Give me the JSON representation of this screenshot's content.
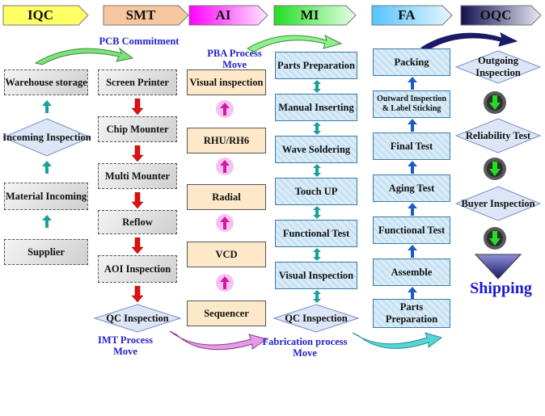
{
  "colors": {
    "iqc": "#ffff66",
    "smt": "#f7c8a0",
    "ai": "#ff33ff",
    "mi": "#33ee33",
    "fa": "#66ccff",
    "oqc": "#1a1a66",
    "note_text": "#2222cc",
    "shipping_text": "#1a1ad6"
  },
  "headers": {
    "iqc": "IQC",
    "smt": "SMT",
    "ai": "AI",
    "mi": "MI",
    "fa": "FA",
    "oqc": "OQC"
  },
  "iqc": {
    "warehouse": "Warehouse storage",
    "incoming_inspection": "Incoming Inspection",
    "material_incoming": "Material Incoming",
    "supplier": "Supplier"
  },
  "smt": {
    "screen_printer": "Screen Printer",
    "chip_mounter": "Chip Mounter",
    "multi_mounter": "Multi Mounter",
    "reflow": "Reflow",
    "aoi_inspection": "AOI Inspection",
    "qc_inspection": "QC Inspection"
  },
  "ai": {
    "visual_inspection": "Visual inspection",
    "rhu": "RHU/RH6",
    "radial": "Radial",
    "vcd": "VCD",
    "sequencer": "Sequencer"
  },
  "mi": {
    "parts_preparation": "Parts Preparation",
    "manual_inserting": "Manual Inserting",
    "wave_soldering": "Wave Soldering",
    "touch_up": "Touch UP",
    "functional_test": "Functional Test",
    "visual_inspection": "Visual Inspection",
    "qc_inspection": "QC Inspection"
  },
  "fa": {
    "packing": "Packing",
    "outward": "Outward Inspection & Label Sticking",
    "final_test": "Final Test",
    "aging_test": "Aging Test",
    "functional_test": "Functional Test",
    "assemble": "Assemble",
    "parts_preparation": "Parts Preparation"
  },
  "oqc": {
    "outgoing_inspection": "Outgoing Inspection",
    "reliability_test": "Reliability Test",
    "buyer_inspection": "Buyer Inspection",
    "shipping": "Shipping"
  },
  "notes": {
    "pcb_commitment": "PCB Commitment",
    "pba_process_move": "PBA Process Move",
    "imt_process_move": "IMT Process Move",
    "fabrication_process_move": "Fabrication process Move"
  },
  "icons": [
    "up-arrow-teal-icon",
    "down-arrow-red-icon",
    "up-arrow-magenta-circle-icon",
    "double-arrow-teal-icon",
    "up-arrow-blue-icon",
    "down-arrow-green-circle-icon",
    "shipping-triangle-icon",
    "curved-arrow-icon"
  ]
}
